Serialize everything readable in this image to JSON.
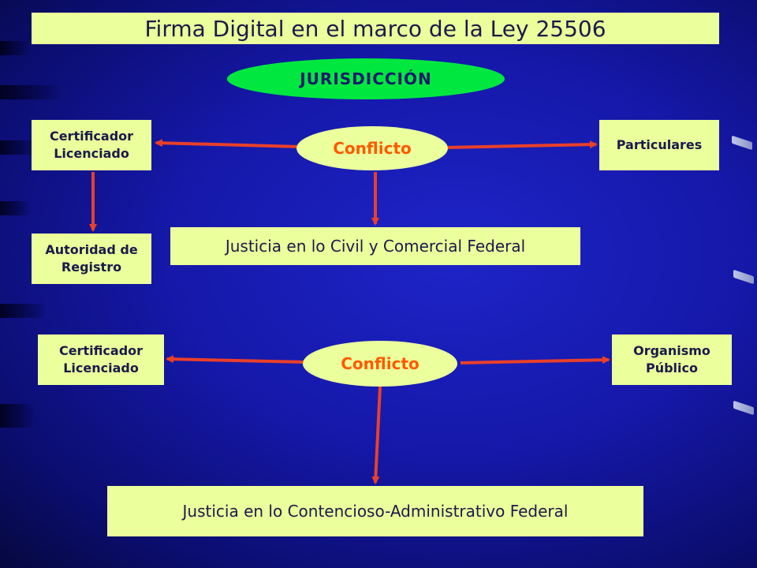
{
  "title": "Firma Digital en el marco de la Ley 25506",
  "jurisdiccion": "JURISDICCIÓN",
  "top_section": {
    "left_box": "Certificador Licenciado",
    "conflict": "Conflicto",
    "right_box": "Particulares",
    "lower_left_box": "Autoridad de Registro",
    "court": "Justicia en lo Civil y Comercial Federal"
  },
  "bottom_section": {
    "left_box": "Certificador Licenciado",
    "conflict": "Conflicto",
    "right_box": "Organismo Público",
    "court": "Justicia en lo Contencioso-Administrativo Federal"
  },
  "colors": {
    "box_fill": "#ebff9c",
    "ellipse_fill_green": "#00e840",
    "arrow": "#e8402a",
    "conflict_text": "#ff5a00"
  }
}
